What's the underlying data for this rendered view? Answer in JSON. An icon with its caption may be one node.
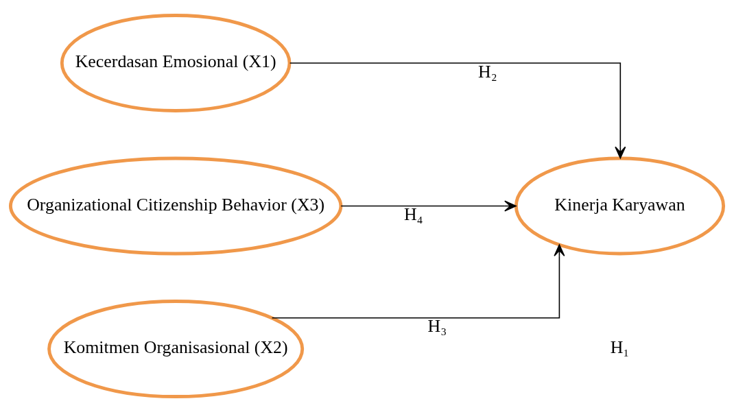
{
  "diagram": {
    "nodes": [
      {
        "text": [
          "Kecerdasan Emosional (X1)"
        ]
      },
      {
        "text": [
          "Komitmen Organisasional (X2)"
        ]
      },
      {
        "text": [
          "Organizational Citizenship Behavior (X3)"
        ]
      },
      {
        "text": [
          "Kinerja Karyawan"
        ]
      }
    ],
    "edges": [
      {
        "from": 0,
        "to": 3,
        "arrow": "to",
        "label": "H₂"
      },
      {
        "from": 1,
        "to": 3,
        "arrow": "to",
        "label": "H₃"
      },
      {
        "from": 2,
        "to": 3,
        "arrow": "to",
        "label": "H₄"
      }
    ],
    "labels": [
      "H₁"
    ]
  }
}
